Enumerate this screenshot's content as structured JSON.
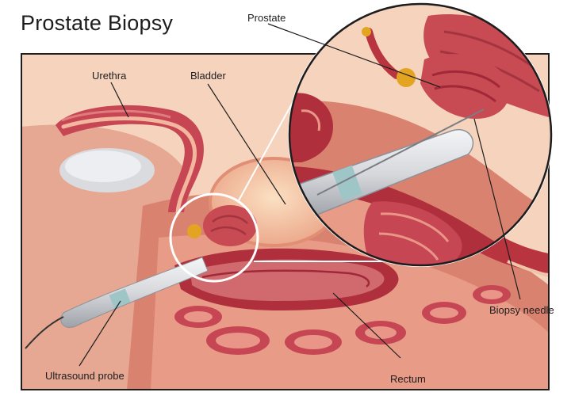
{
  "title": "Prostate Biopsy",
  "labels": {
    "urethra": "Urethra",
    "bladder": "Bladder",
    "prostate": "Prostate",
    "biopsy_needle": "Biopsy needle",
    "ultrasound_probe": "Ultrasound probe",
    "rectum": "Rectum"
  },
  "colors": {
    "background": "#ffffff",
    "skin": "#f6d3bd",
    "body_tissue": "#d9826f",
    "dark_red": "#a5283a",
    "bladder": "#f4b98f",
    "prostate": "#c84a52",
    "probe": "#d6d8dc"
  }
}
